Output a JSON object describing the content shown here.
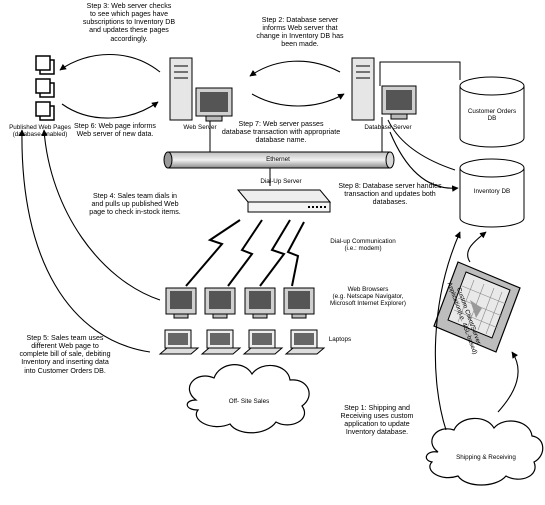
{
  "nodes": {
    "published_pages": "Published Web Pages\n(database-enabled)",
    "web_server": "Web Server",
    "database_server": "Database Server",
    "customer_orders_db": "Customer Orders\nDB",
    "inventory_db": "Inventory DB",
    "ethernet": "Ethernet",
    "dialup_server": "Dial-Up Server",
    "dialup_communication": "Dial-up Communication\n(i.e.: modem)",
    "web_browsers": "Web Browsers\n(e.g. Netscape Navigator,\nMicrosoft Internet Explorer)",
    "laptops": "Laptops",
    "offsite_sales": "Off- Site Sales",
    "shipping_receiving": "Shipping & Receiving",
    "custom_app": "Custom Client/Server\nApplication(i.e. 4GL-based)"
  },
  "steps": {
    "step1": "Step 1: Shipping and\nReceiving uses custom\napplication to update\nInventory database.",
    "step2": "Step 2: Database server\ninforms Web server that\nchange in Inventory DB has\nbeen made.",
    "step3": "Step 3: Web server checks\nto see which pages have\nsubscriptions to Inventory DB\nand updates these pages\naccordingly.",
    "step4": "Step 4: Sales team dials in\nand pulls up published Web\npage to check in-stock items.",
    "step5": "Step 5: Sales team uses\ndifferent Web page to\ncomplete bill of sale, debiting\nInventory and inserting data\ninto Customer Orders DB.",
    "step6": "Step 6: Web page informs\nWeb server of new data.",
    "step7": "Step 7: Web server passes\ndatabase transaction with appropriate\ndatabase name.",
    "step8": "Step 8: Database server handles\ntransaction and updates both\ndatabases."
  }
}
